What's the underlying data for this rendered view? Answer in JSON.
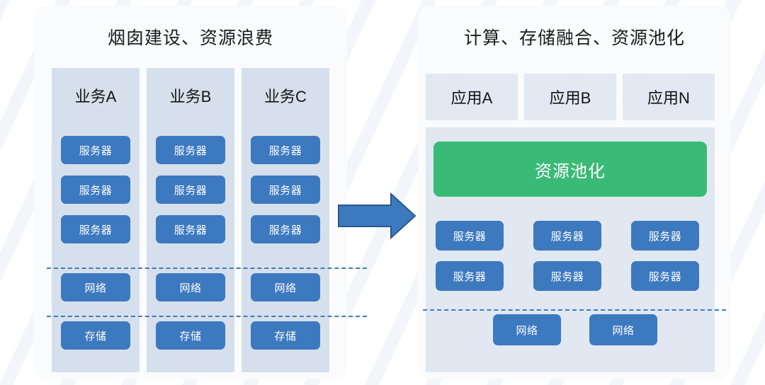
{
  "diagram": {
    "left_panel": {
      "title": "烟囱建设、资源浪费",
      "columns": [
        {
          "header": "业务A",
          "servers": [
            "服务器",
            "服务器",
            "服务器"
          ],
          "network": "网络",
          "storage": "存储"
        },
        {
          "header": "业务B",
          "servers": [
            "服务器",
            "服务器",
            "服务器"
          ],
          "network": "网络",
          "storage": "存储"
        },
        {
          "header": "业务C",
          "servers": [
            "服务器",
            "服务器",
            "服务器"
          ],
          "network": "网络",
          "storage": "存储"
        }
      ]
    },
    "right_panel": {
      "title": "计算、存储融合、资源池化",
      "apps": [
        "应用A",
        "应用B",
        "应用N"
      ],
      "pool_label": "资源池化",
      "servers": [
        "服务器",
        "服务器",
        "服务器",
        "服务器",
        "服务器",
        "服务器"
      ],
      "networks": [
        "网络",
        "网络"
      ]
    },
    "arrow": {
      "icon": "right-arrow-icon",
      "direction": "right"
    },
    "colors": {
      "server_blue": "#3d79bf",
      "column_bg": "#d6e0ec",
      "app_box_bg": "#e2e9f2",
      "pool_container_bg": "#e1e8f1",
      "pool_green": "#39ba76",
      "dash_line": "#3f7ac2",
      "arrow_fill": "#3d79bf",
      "arrow_stroke": "#28578f",
      "panel_bg": "#fafbfc",
      "title_text": "#1b1b1b"
    }
  }
}
